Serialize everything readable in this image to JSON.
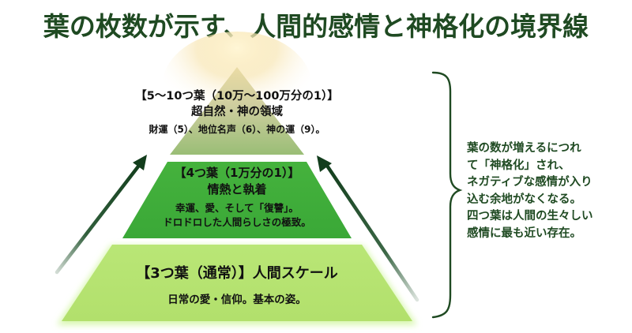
{
  "title": "葉の枚数が示す、人間的感情と神格化の境界線",
  "colors": {
    "title": "#1f4a22",
    "tier_top_fill": "#bcc48a",
    "tier_top_glow": "#f7e3a8",
    "tier_middle_fill": "#3fad3a",
    "tier_bottom_fill": "#b4e36e",
    "arrow": "#1a4d26",
    "brace": "#1f4a22",
    "side_text": "#1f4a22"
  },
  "pyramid": {
    "tiers": [
      {
        "level": "top",
        "heading": "【5〜10つ葉（10万〜100万分の1）】",
        "subheading": "超自然・神の領域",
        "body": [
          "財運（5）、地位名声（6）、神の運（9）。"
        ]
      },
      {
        "level": "middle",
        "heading": "【4つ葉（1万分の1）】",
        "subheading": "情熱と執着",
        "body": [
          "幸運、愛、そして「復讐」。",
          "ドロドロした人間らしさの極致。"
        ]
      },
      {
        "level": "bottom",
        "heading": "【3つ葉（通常）】人間スケール",
        "body": [
          "日常の愛・信仰。基本の姿。"
        ]
      }
    ],
    "arrows": [
      {
        "side": "left",
        "direction": "up-right",
        "icon": "arrow-up-right-icon"
      },
      {
        "side": "right",
        "direction": "up-left",
        "icon": "arrow-up-left-icon"
      }
    ]
  },
  "side_note": {
    "brace_icon": "right-curly-brace-icon",
    "lines": [
      "葉の数が増えるにつれ",
      "て「神格化」され、",
      "ネガティブな感情が入り",
      "込む余地がなくなる。",
      "四つ葉は人間の生々しい",
      "感情に最も近い存在。"
    ]
  }
}
